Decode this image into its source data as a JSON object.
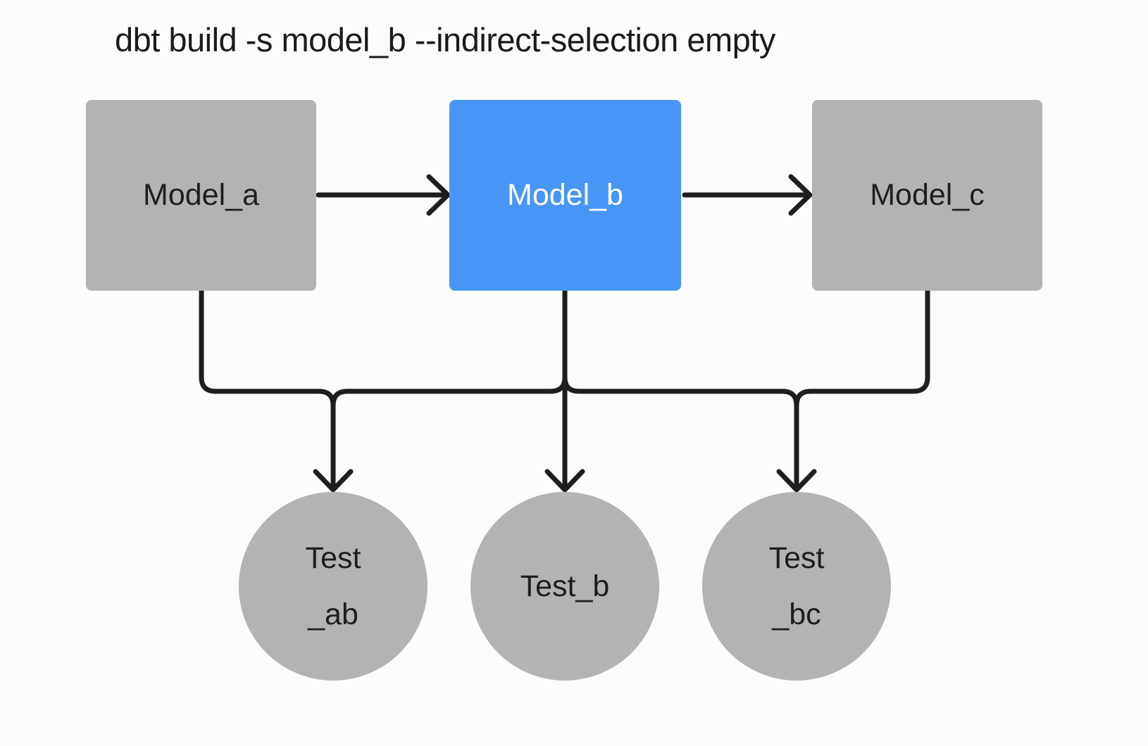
{
  "title": "dbt build -s model_b --indirect-selection empty",
  "colors": {
    "background": "#fcfcfc",
    "node": "#b3b3b3",
    "selected": "#4796f5",
    "line": "#1e1e1e",
    "node_text": "#1e1e1e",
    "selected_text": "#ffffff",
    "title_text": "#1a1a1a"
  },
  "diagram": {
    "models": [
      {
        "id": "model_a",
        "label": "Model_a",
        "selected": false
      },
      {
        "id": "model_b",
        "label": "Model_b",
        "selected": true
      },
      {
        "id": "model_c",
        "label": "Model_c",
        "selected": false
      }
    ],
    "tests": [
      {
        "id": "test_ab",
        "label_line1": "Test",
        "label_line2": "_ab"
      },
      {
        "id": "test_b",
        "label_line1": "Test_b"
      },
      {
        "id": "test_bc",
        "label_line1": "Test",
        "label_line2": "_bc"
      }
    ],
    "edges": [
      {
        "from": "model_a",
        "to": "model_b"
      },
      {
        "from": "model_b",
        "to": "model_c"
      },
      {
        "from": "model_a",
        "to": "test_ab"
      },
      {
        "from": "model_b",
        "to": "test_ab"
      },
      {
        "from": "model_b",
        "to": "test_b"
      },
      {
        "from": "model_b",
        "to": "test_bc"
      },
      {
        "from": "model_c",
        "to": "test_bc"
      }
    ]
  }
}
